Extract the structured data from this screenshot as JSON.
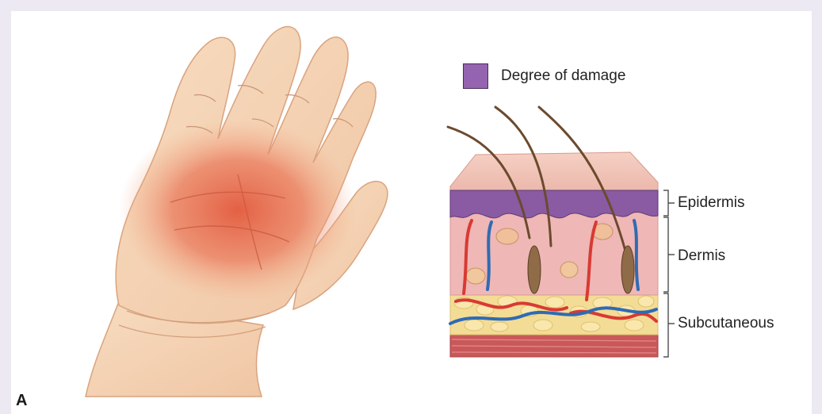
{
  "legend": {
    "label": "Degree of damage",
    "swatch_color": "#9464b0"
  },
  "layers": {
    "epidermis": "Epidermis",
    "dermis": "Dermis",
    "subcutaneous": "Subcutaneous"
  },
  "panel_label": "A",
  "colors": {
    "background": "#ece9f3",
    "panel": "#ffffff",
    "skin": "#f6d3b3",
    "redness": "#e8684f",
    "damaged_epidermis": "#8a5aa3",
    "dermis": "#efb7b5",
    "fat": "#f3dc95",
    "muscle": "#c9585a",
    "artery": "#d83a33",
    "vein": "#2f6bb4",
    "hair": "#6b4a2e"
  }
}
